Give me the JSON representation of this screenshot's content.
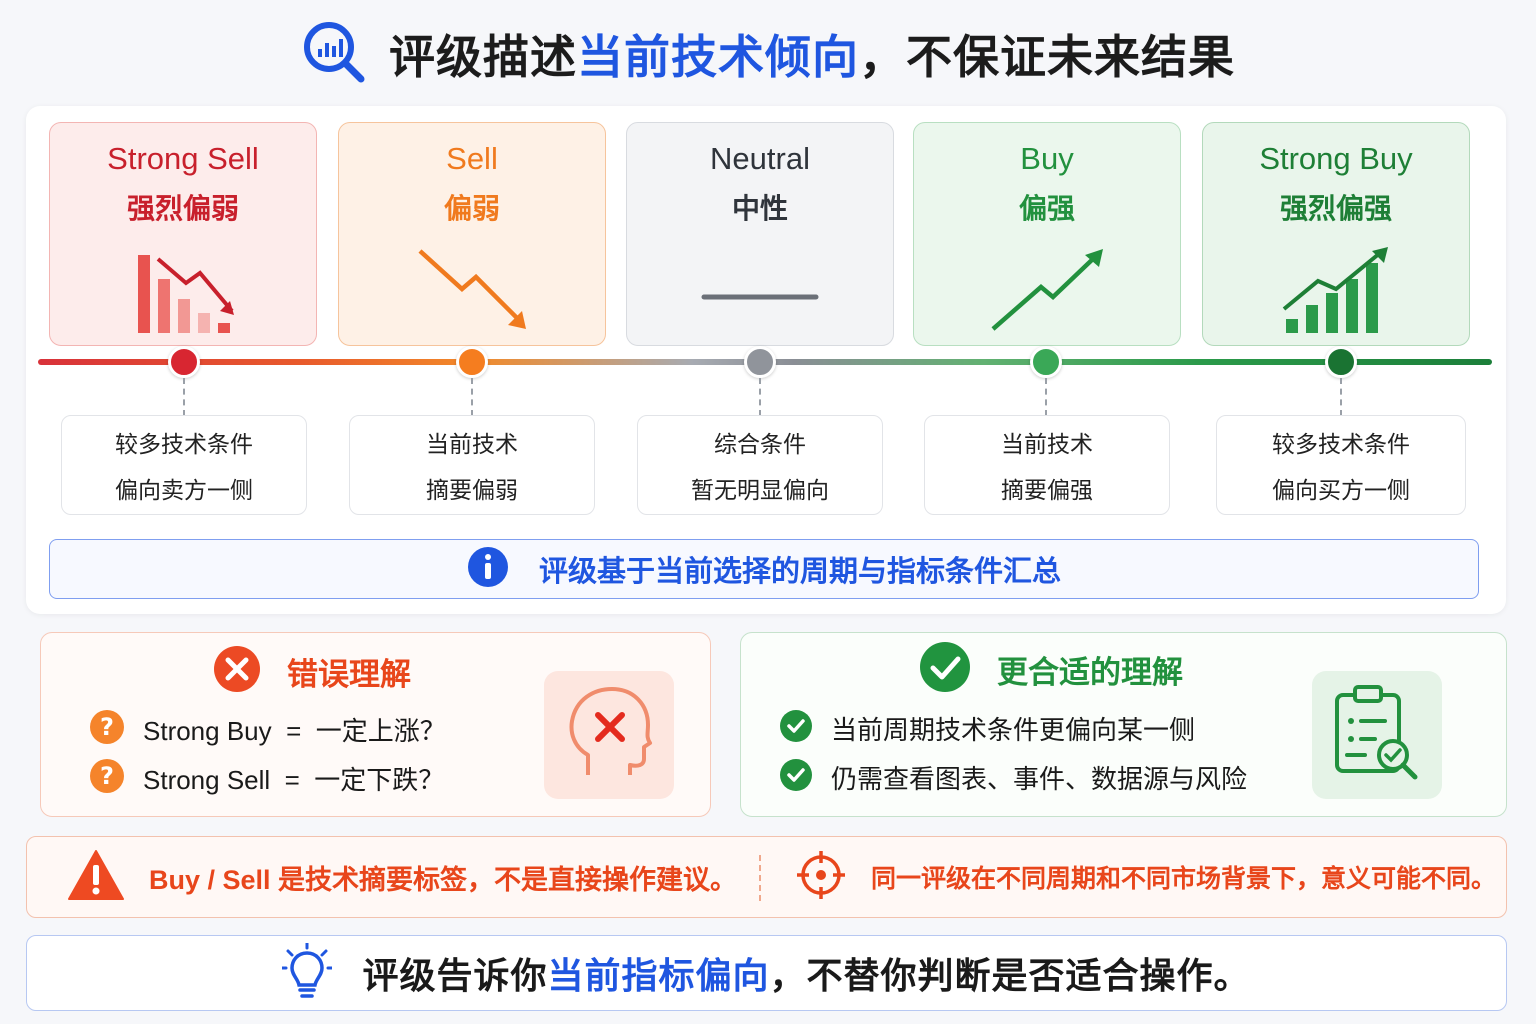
{
  "header": {
    "icon": "magnifier-chart-icon",
    "title_prefix": "评级描述",
    "title_highlight": "当前技术倾向",
    "title_suffix": "，不保证未来结果"
  },
  "ratings": [
    {
      "en": "Strong Sell",
      "zh": "强烈偏弱",
      "icon": "bar-chart-down-icon",
      "color": "#c8202c",
      "desc_line1": "较多技术条件",
      "desc_line2": "偏向卖方一侧"
    },
    {
      "en": "Sell",
      "zh": "偏弱",
      "icon": "trend-down-icon",
      "color": "#f07a1e",
      "desc_line1": "当前技术",
      "desc_line2": "摘要偏弱"
    },
    {
      "en": "Neutral",
      "zh": "中性",
      "icon": "flat-line-icon",
      "color": "#3a3f47",
      "desc_line1": "综合条件",
      "desc_line2": "暂无明显偏向"
    },
    {
      "en": "Buy",
      "zh": "偏强",
      "icon": "trend-up-icon",
      "color": "#22913e",
      "desc_line1": "当前技术",
      "desc_line2": "摘要偏强"
    },
    {
      "en": "Strong Buy",
      "zh": "强烈偏强",
      "icon": "bar-chart-up-icon",
      "color": "#1e7f36",
      "desc_line1": "较多技术条件",
      "desc_line2": "偏向买方一侧"
    }
  ],
  "info_bar": {
    "icon": "info-icon",
    "text": "评级基于当前选择的周期与指标条件汇总"
  },
  "wrong": {
    "icon": "x-circle-icon",
    "title": "错误理解",
    "items": [
      {
        "icon": "question-icon",
        "text": "Strong Buy  =  一定上涨？"
      },
      {
        "icon": "question-icon",
        "text": "Strong Sell  =  一定下跌？"
      }
    ],
    "tile_icon": "head-x-icon"
  },
  "right": {
    "icon": "check-circle-icon",
    "title": "更合适的理解",
    "items": [
      {
        "icon": "check-icon",
        "text": "当前周期技术条件更偏向某一侧"
      },
      {
        "icon": "check-icon",
        "text": "仍需查看图表、事件、数据源与风险"
      }
    ],
    "tile_icon": "clipboard-search-icon"
  },
  "warning": {
    "left_icon": "warning-triangle-icon",
    "left_text": "Buy / Sell 是技术摘要标签，不是直接操作建议。",
    "right_icon": "target-icon",
    "right_text": "同一评级在不同周期和不同市场背景下，意义可能不同。"
  },
  "bottom": {
    "icon": "lightbulb-icon",
    "text_prefix": "评级告诉你",
    "text_highlight": "当前指标偏向",
    "text_suffix": "，不替你判断是否适合操作。"
  },
  "colors": {
    "accent_blue": "#1f56e0",
    "strong_sell": "#c8202c",
    "sell": "#f07a1e",
    "neutral": "#8a8e95",
    "buy": "#3aa857",
    "strong_buy": "#1e7f36",
    "warning": "#e8461b"
  }
}
